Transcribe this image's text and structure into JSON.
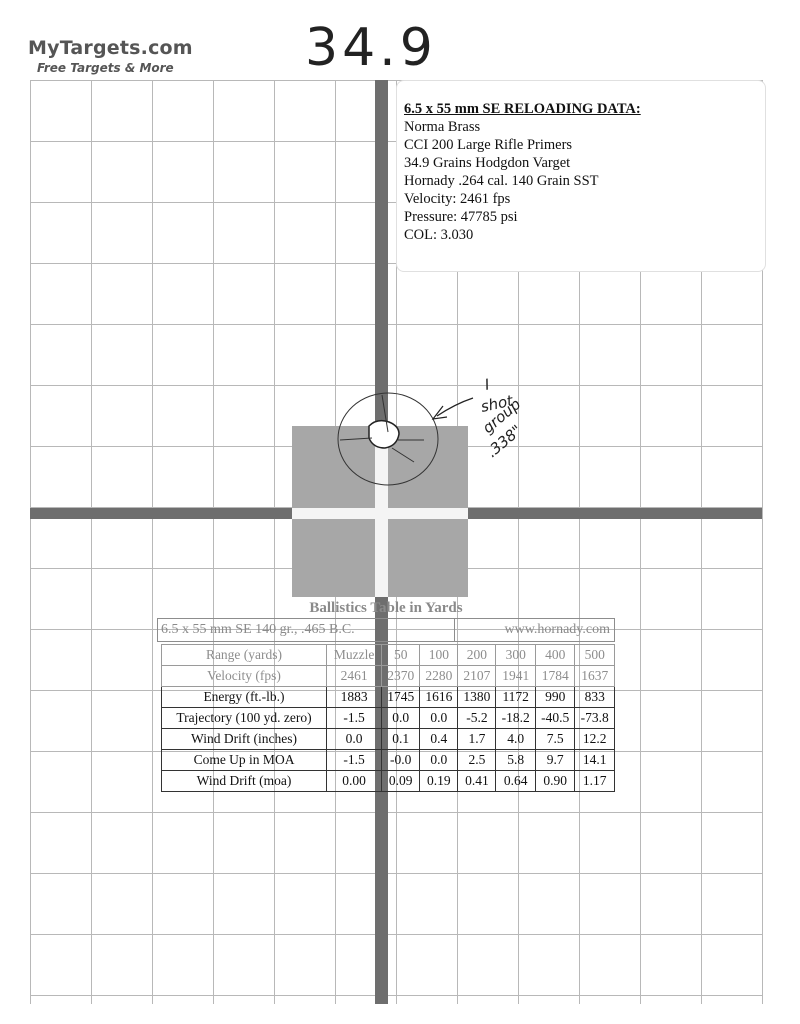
{
  "logo": {
    "name": "MyTargets.com",
    "tagline": "Free Targets & More"
  },
  "handwritten_score": "34.9",
  "reload_data": {
    "title": "6.5 x 55 mm SE RELOADING DATA:",
    "lines": [
      "Norma Brass",
      "CCI 200 Large Rifle Primers",
      "34.9 Grains Hodgdon Varget",
      "Hornady .264 cal. 140 Grain SST",
      "Velocity:  2461 fps",
      "Pressure:  47785 psi",
      "COL:  3.030"
    ]
  },
  "annotation": {
    "line1": "I",
    "line2": "shot",
    "line3": "group",
    "line4": ".338\""
  },
  "ballistics": {
    "title": "Ballistics Table in Yards",
    "header_left": "6.5 x 55 mm SE   140 gr.,  .465 B.C.",
    "header_right": "www.hornady.com",
    "rows": [
      {
        "label": "Range (yards)",
        "values": [
          "Muzzle",
          "50",
          "100",
          "200",
          "300",
          "400",
          "500"
        ]
      },
      {
        "label": "Velocity (fps)",
        "values": [
          "2461",
          "2370",
          "2280",
          "2107",
          "1941",
          "1784",
          "1637"
        ]
      },
      {
        "label": "Energy (ft.-lb.)",
        "values": [
          "1883",
          "1745",
          "1616",
          "1380",
          "1172",
          "990",
          "833"
        ]
      },
      {
        "label": "Trajectory (100 yd. zero)",
        "values": [
          "-1.5",
          "0.0",
          "0.0",
          "-5.2",
          "-18.2",
          "-40.5",
          "-73.8"
        ]
      },
      {
        "label": "Wind Drift (inches)",
        "values": [
          "0.0",
          "0.1",
          "0.4",
          "1.7",
          "4.0",
          "7.5",
          "12.2"
        ]
      },
      {
        "label": "Come Up in MOA",
        "values": [
          "-1.5",
          "-0.0",
          "0.0",
          "2.5",
          "5.8",
          "9.7",
          "14.1"
        ]
      },
      {
        "label": "Wind Drift (moa)",
        "values": [
          "0.00",
          "0.09",
          "0.19",
          "0.41",
          "0.64",
          "0.90",
          "1.17"
        ]
      }
    ]
  }
}
